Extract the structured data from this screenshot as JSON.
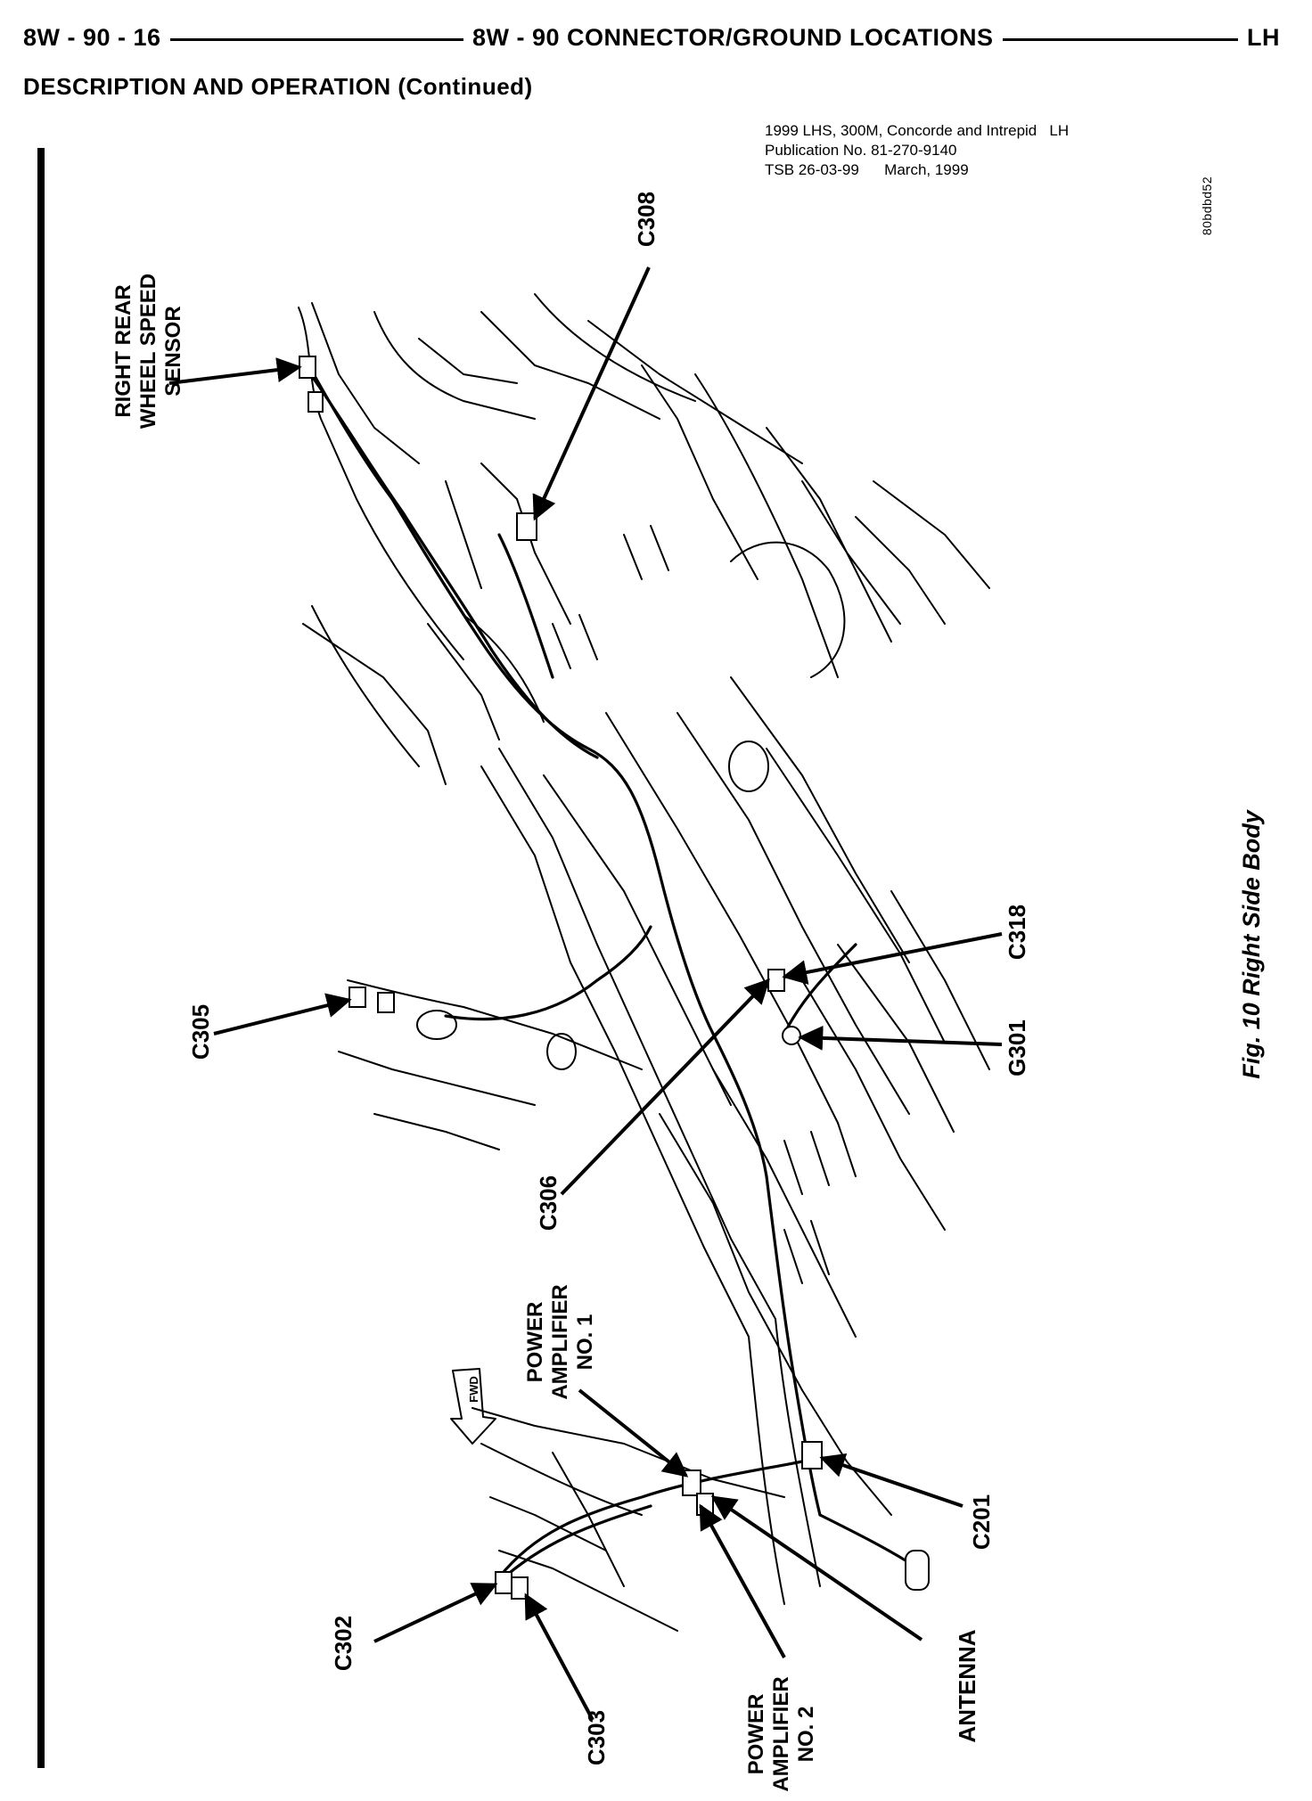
{
  "header": {
    "page_number": "8W - 90 - 16",
    "title": "8W - 90 CONNECTOR/GROUND LOCATIONS",
    "model": "LH"
  },
  "section_title": "DESCRIPTION AND OPERATION (Continued)",
  "publication": {
    "line1": "1999 LHS, 300M, Concorde and Intrepid   LH",
    "line2": "Publication No. 81-270-9140",
    "line3": "TSB 26-03-99      March, 1999"
  },
  "image_id": "80bdbd52",
  "figure_caption": "Fig. 10 Right Side Body",
  "labels": {
    "right_rear_wss": "RIGHT REAR\nWHEEL SPEED\nSENSOR",
    "c308": "C308",
    "c305": "C305",
    "c318": "C318",
    "g301": "G301",
    "c306": "C306",
    "pwr_amp_1": "POWER\nAMPLIFIER\nNO. 1",
    "pwr_amp_2": "POWER\nAMPLIFIER\nNO. 2",
    "c302": "C302",
    "c303": "C303",
    "antenna": "ANTENNA",
    "c201": "C201",
    "fwd": "FWD"
  }
}
